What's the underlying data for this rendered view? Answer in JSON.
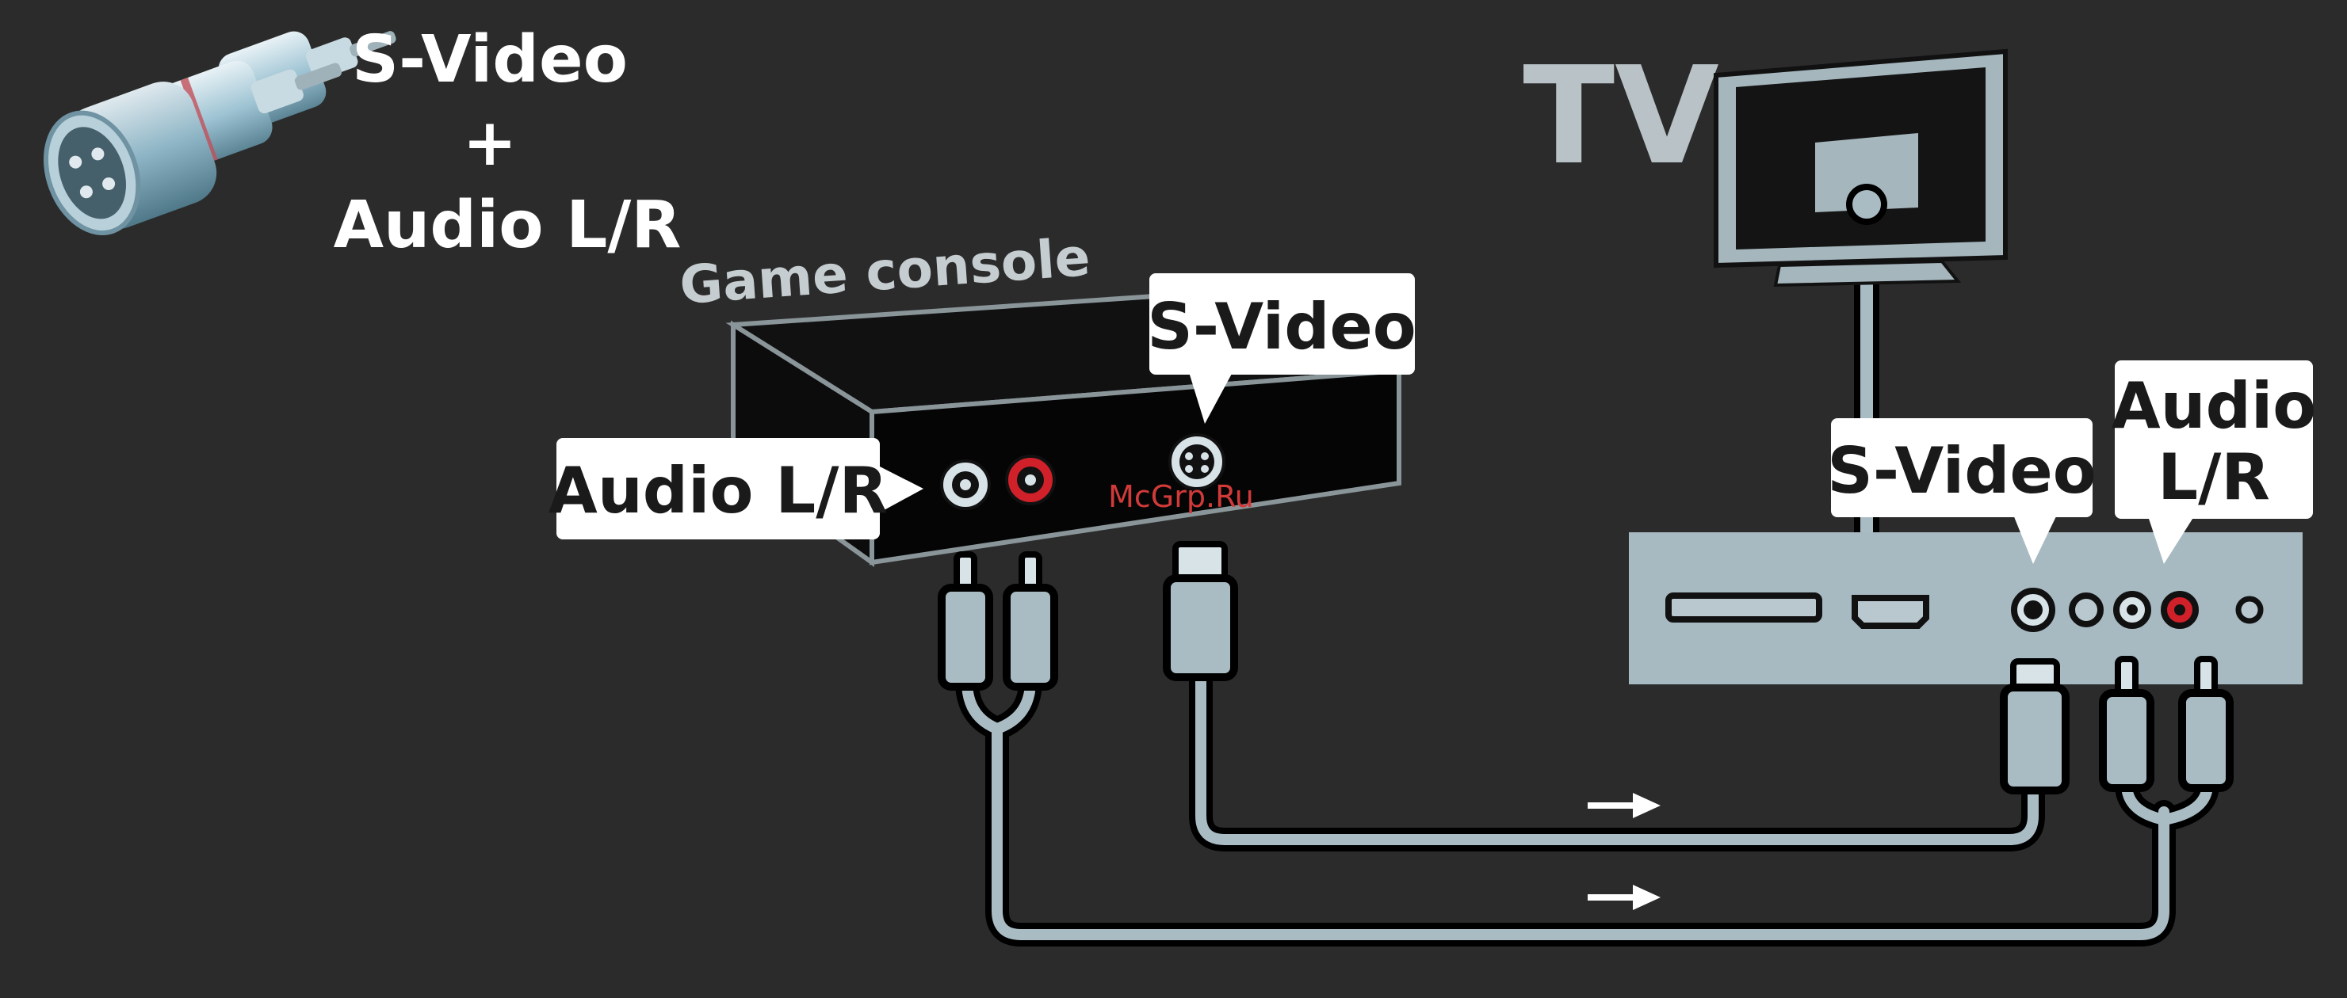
{
  "legend": {
    "line1": "S-Video",
    "line2": "+",
    "line3": "Audio L/R"
  },
  "tv": {
    "label": "TV"
  },
  "console": {
    "label": "Game console",
    "svideo_callout": "S-Video",
    "audio_callout": "Audio L/R"
  },
  "tv_panel": {
    "svideo_callout": "S-Video",
    "audio_callout_line1": "Audio",
    "audio_callout_line2": "L/R"
  },
  "watermark": "McGrp.Ru",
  "colors": {
    "background": "#2b2b2b",
    "cable": "#a9bcc4",
    "cable_outline": "#000000",
    "panel": "#a7b9c1",
    "callout_bg": "#ffffff",
    "callout_text": "#1a1a1a",
    "red_jack": "#d0202a",
    "watermark": "#d23a3a"
  },
  "icons": [
    "svideo-plug-icon",
    "rca-plug-icon",
    "tv-icon",
    "arrow-right-icon"
  ]
}
